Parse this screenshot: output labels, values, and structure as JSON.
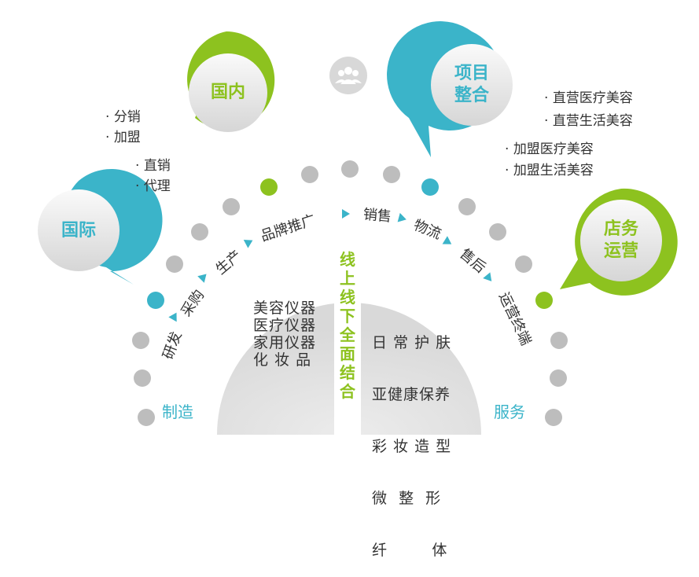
{
  "bubbles": {
    "domestic": "国内",
    "international": "国际",
    "project": [
      "项目",
      "整合"
    ],
    "store": [
      "店务",
      "运营"
    ]
  },
  "left_list_1": [
    "分销",
    "加盟"
  ],
  "left_list_2": [
    "直销",
    "代理"
  ],
  "right_list_1": [
    "直营医疗美容",
    "直营生活美容"
  ],
  "right_list_2": [
    "加盟医疗美容",
    "加盟生活美容"
  ],
  "arc_left": [
    "研发",
    "采购",
    "生产",
    "品牌推广"
  ],
  "arc_right": [
    "销售",
    "物流",
    "售后",
    "运营终端"
  ],
  "center_left": [
    "美容仪器",
    "医疗仪器",
    "家用仪器",
    "化 妆 品"
  ],
  "center_right": [
    "日 常 护 肤",
    "亚健康保养",
    "彩 妆 造 型",
    "微  整  形",
    "纤        体"
  ],
  "center_vertical": [
    "线",
    "上",
    "线",
    "下",
    "全",
    "面",
    "结",
    "合"
  ],
  "bottom_left": "制造",
  "bottom_right": "服务",
  "icons": {
    "center_top": "people-group-icon"
  },
  "colors": {
    "green": "#8dc21f",
    "blue": "#3bb4c9",
    "gray_dot": "#bdbdbd"
  }
}
